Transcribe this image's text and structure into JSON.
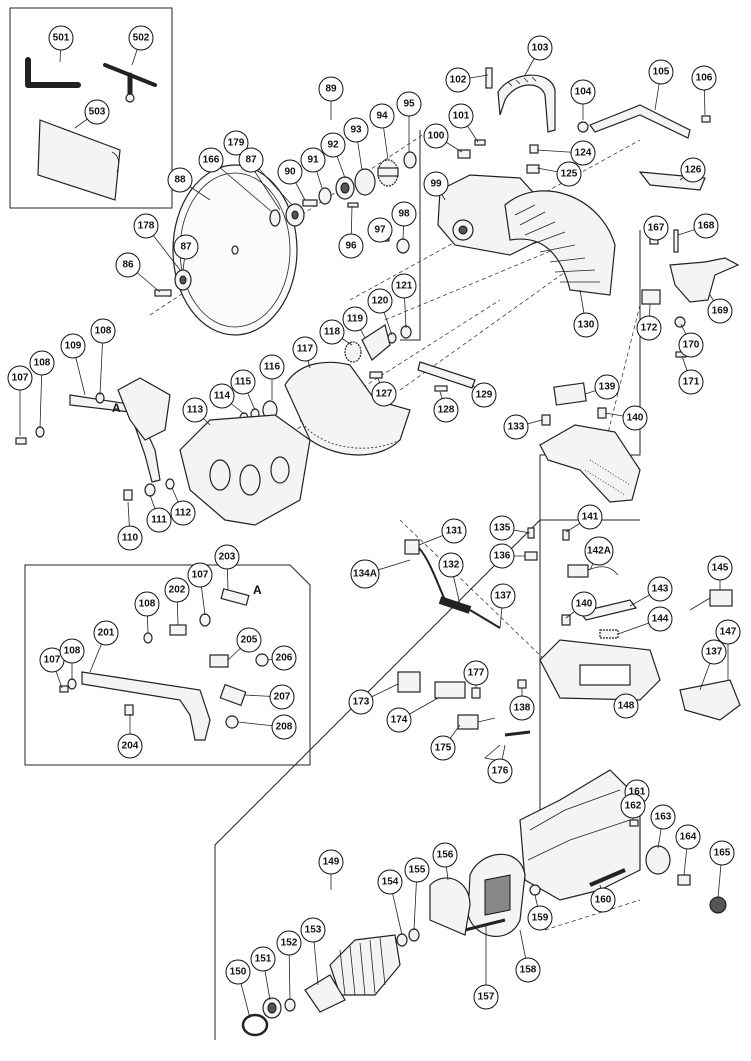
{
  "labels": [
    "501",
    "502",
    "503",
    "103",
    "102",
    "104",
    "105",
    "106",
    "89",
    "95",
    "94",
    "93",
    "92",
    "91",
    "90",
    "179",
    "87",
    "166",
    "88",
    "178",
    "87",
    "86",
    "101",
    "100",
    "124",
    "125",
    "126",
    "99",
    "98",
    "97",
    "96",
    "167",
    "168",
    "169",
    "170",
    "171",
    "172",
    "130",
    "120",
    "121",
    "119",
    "118",
    "117",
    "116",
    "115",
    "114",
    "113",
    "108",
    "109",
    "108",
    "107",
    "111",
    "112",
    "110",
    "127",
    "128",
    "129",
    "139",
    "133",
    "140",
    "131",
    "132",
    "134A",
    "135",
    "136",
    "141",
    "142A",
    "137",
    "143",
    "144",
    "140",
    "145",
    "147",
    "137",
    "148",
    "138",
    "177",
    "173",
    "174",
    "175",
    "176",
    "203",
    "107",
    "202",
    "108",
    "201",
    "107",
    "108",
    "205",
    "206",
    "207",
    "208",
    "204",
    "149",
    "156",
    "155",
    "154",
    "153",
    "152",
    "151",
    "150",
    "157",
    "158",
    "159",
    "160",
    "161",
    "162",
    "163",
    "164",
    "165"
  ],
  "markers": [
    "A",
    "A"
  ]
}
